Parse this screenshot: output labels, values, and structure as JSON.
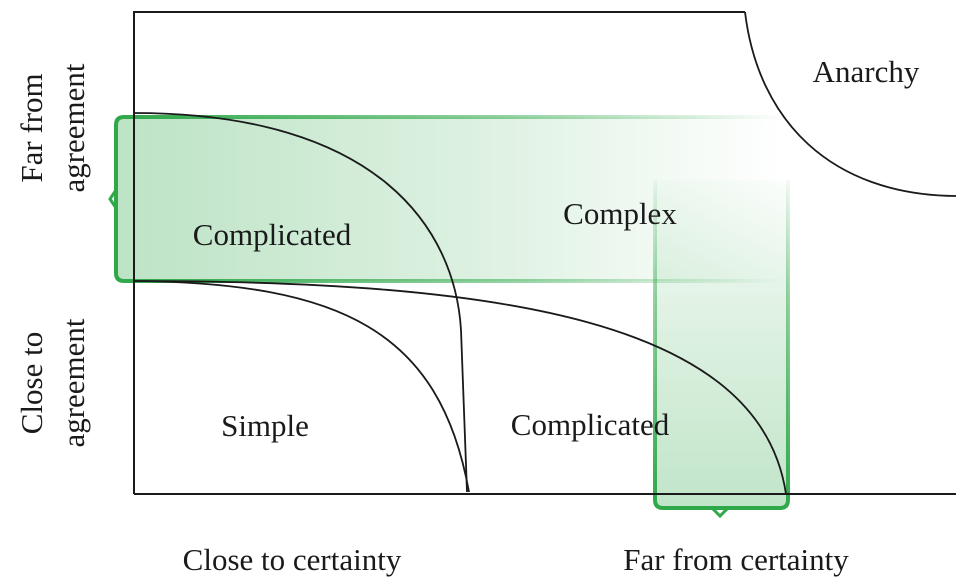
{
  "zones": {
    "anarchy": "Anarchy",
    "complex": "Complex",
    "complicated_upper": "Complicated",
    "simple": "Simple",
    "complicated_lower": "Complicated"
  },
  "axes": {
    "y_top_line1": "Far from",
    "y_top_line2": "agreement",
    "y_bottom_line1": "Close to",
    "y_bottom_line2": "agreement",
    "x_left": "Close to certainty",
    "x_right": "Far from certainty"
  },
  "colors": {
    "highlight": "#2fa84a",
    "line": "#1a1a1a"
  }
}
